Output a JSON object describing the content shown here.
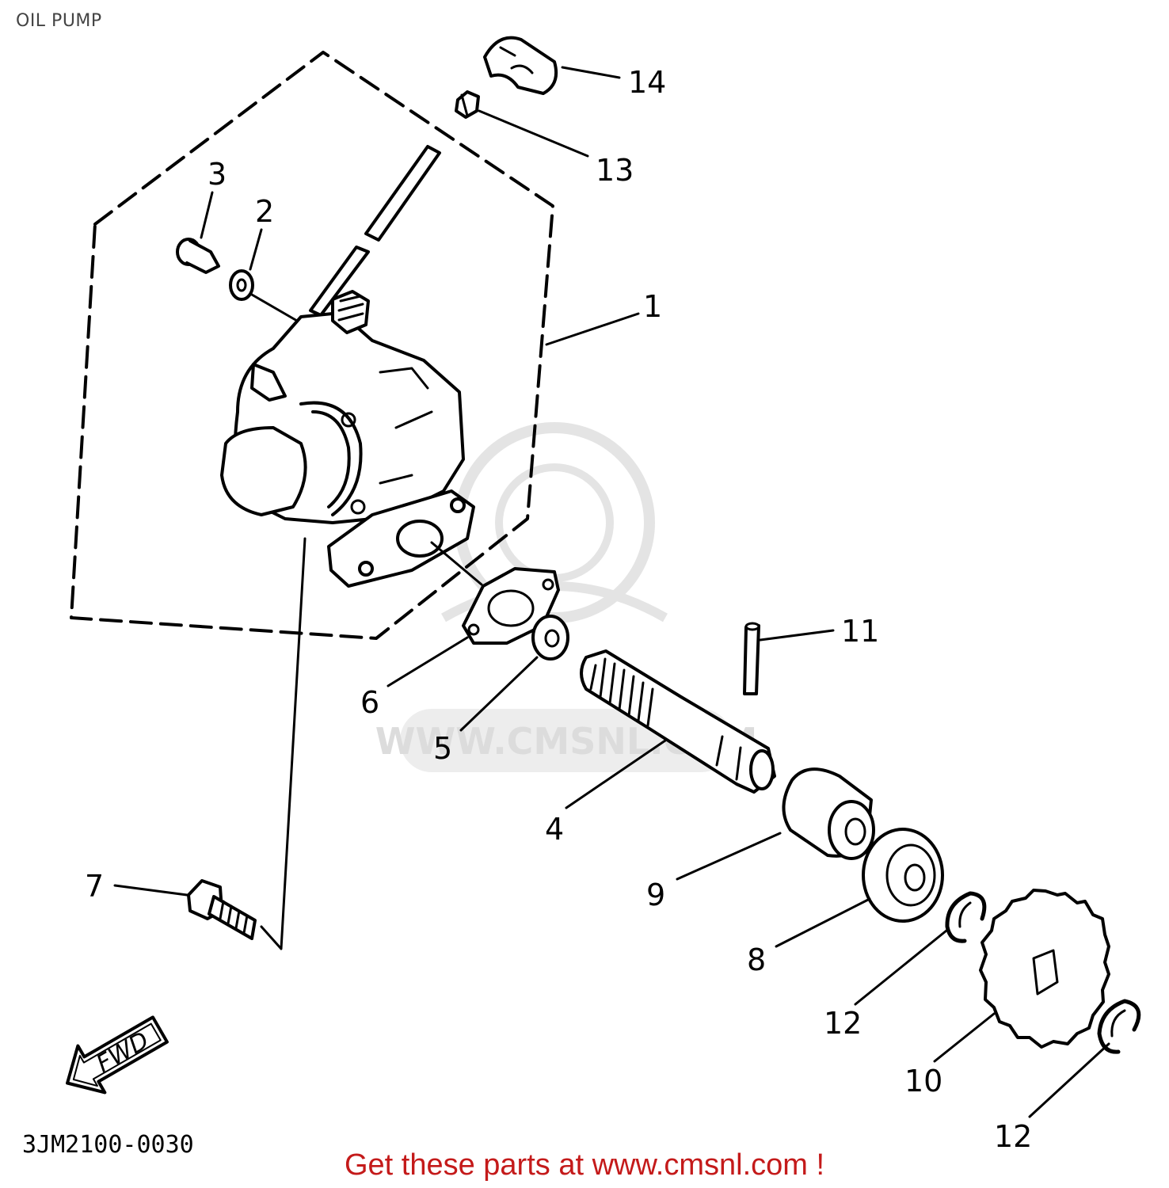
{
  "page": {
    "title": "OIL PUMP",
    "part_code": "3JM2100-0030",
    "fwd_label": "FWD",
    "footer": "Get these parts at www.cmsnl.com !",
    "watermark": "WWW.CMSNL.COM"
  },
  "callouts": [
    {
      "id": "14",
      "part": "clip"
    },
    {
      "id": "13",
      "part": "cable-nut"
    },
    {
      "id": "3",
      "part": "screw"
    },
    {
      "id": "2",
      "part": "washer"
    },
    {
      "id": "1",
      "part": "oil-pump-assembly"
    },
    {
      "id": "11",
      "part": "pin"
    },
    {
      "id": "6",
      "part": "gasket"
    },
    {
      "id": "5",
      "part": "plain-washer"
    },
    {
      "id": "4",
      "part": "pump-drive-shaft"
    },
    {
      "id": "9",
      "part": "collar"
    },
    {
      "id": "7",
      "part": "bolt"
    },
    {
      "id": "8",
      "part": "bearing"
    },
    {
      "id": "12",
      "part": "circlip-upper"
    },
    {
      "id": "10",
      "part": "drive-gear"
    },
    {
      "id": "12",
      "part": "circlip-lower"
    }
  ],
  "colors": {
    "ink": "#000000",
    "footer": "#c41a1a",
    "title": "#444444",
    "watermark": "#d9d9d9"
  }
}
